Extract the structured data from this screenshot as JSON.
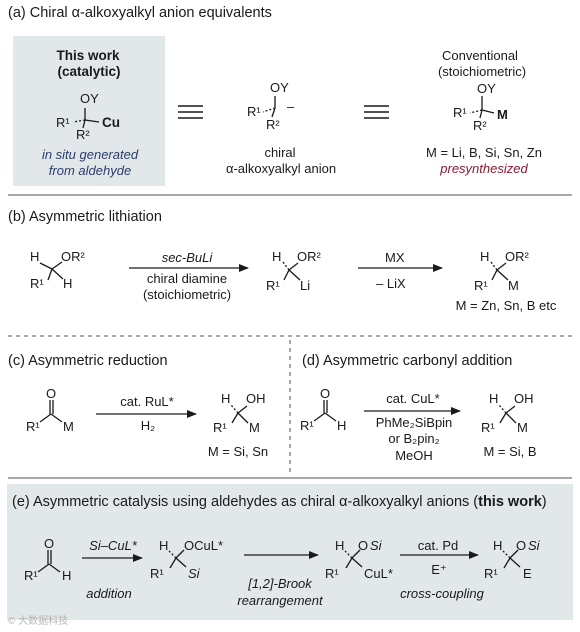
{
  "section_a": {
    "title": "(a) Chiral α-alkoxyalkyl anion equivalents",
    "this_work_line1": "This work",
    "this_work_line2": "(catalytic)",
    "cu": "Cu",
    "insitu_line1": "in situ generated",
    "insitu_line2": "from aldehyde",
    "chiral_line1": "chiral",
    "chiral_line2": "α-alkoxyalkyl anion",
    "conv_line1": "Conventional",
    "conv_line2": "(stoichiometric)",
    "m_metals": "M = Li, B, Si, Sn, Zn",
    "presynth": "presynthesized",
    "oy": "OY",
    "r1": "R¹",
    "r2": "R²",
    "minus": "–",
    "m": "M"
  },
  "section_b": {
    "title": "(b) Asymmetric lithiation",
    "reagent1": "sec-BuLi",
    "reagent2": "chiral diamine",
    "reagent3": "(stoichiometric)",
    "mx": "MX",
    "lix": "– LiX",
    "result": "M = Zn, Sn, B etc",
    "h": "H",
    "or2": "OR²",
    "r1": "R¹",
    "li": "Li",
    "m": "M"
  },
  "section_c": {
    "title": "(c) Asymmetric reduction",
    "reagent1": "cat. RuL*",
    "reagent2": "H₂",
    "result": "M = Si, Sn",
    "o": "O",
    "r1": "R¹",
    "m": "M",
    "h": "H",
    "oh": "OH"
  },
  "section_d": {
    "title": "(d) Asymmetric carbonyl addition",
    "reagent1": "cat. CuL*",
    "reagent2": "PhMe₂SiBpin",
    "reagent3": "or B₂pin₂",
    "reagent4": "MeOH",
    "result": "M = Si, B",
    "o": "O",
    "r1": "R¹",
    "h": "H",
    "oh": "OH",
    "m": "M"
  },
  "section_e": {
    "title_pre": "(e) Asymmetric catalysis using aldehydes as chiral α-alkoxyalkyl anions (",
    "title_bold": "this work",
    "title_post": ")",
    "reagent_sicul": "Si–CuL*",
    "addition": "addition",
    "brook1": "[1,2]-Brook",
    "brook2": "rearrangement",
    "catpd": "cat. Pd",
    "eplus": "E⁺",
    "crosscoupling": "cross-coupling",
    "o": "O",
    "r1": "R¹",
    "h": "H",
    "ocul": "OCuL*",
    "si": "Si",
    "osi": "OSi",
    "cul": "CuL*",
    "e": "E"
  },
  "watermark": "© 大数据科技",
  "colors": {
    "highlight_bg": "#e2e7e9",
    "navy": "#2a3d6b",
    "crimson": "#8b1a2e",
    "divider": "#8c8c8c",
    "text": "#1a1a1a"
  }
}
